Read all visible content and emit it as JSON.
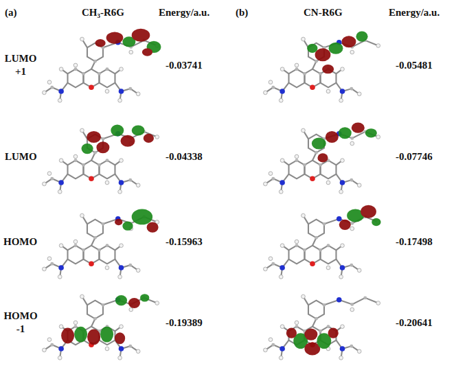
{
  "diagram": {
    "labels": [
      "(a)",
      "CH₃-R6G",
      "Energy/a.u.",
      "(b)",
      "CN-R6G",
      "Energy/a.u.",
      "LUMO +1",
      "-0.03741",
      "-0.05481",
      "LUMO",
      "-0.04338",
      "-0.07746",
      "HOMO",
      "-0.15963",
      "-0.17498",
      "HOMO -1",
      "-0.19389",
      "-0.20641"
    ]
  }
}
